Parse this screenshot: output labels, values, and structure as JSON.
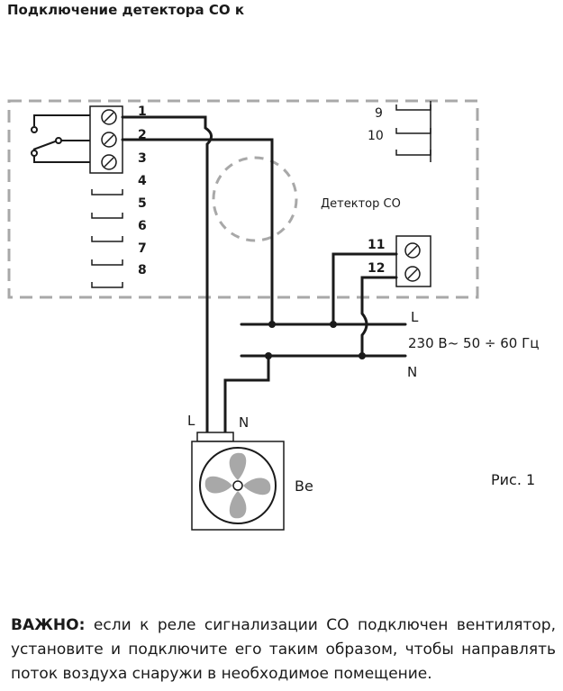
{
  "title": "Подключение детектора CO к",
  "detector_label": "Детектор CO",
  "terminals_left": [
    "1",
    "2",
    "3",
    "4",
    "5",
    "6",
    "7",
    "8"
  ],
  "terminals_right_top": [
    "9",
    "10"
  ],
  "terminals_right_bottom": [
    "11",
    "12"
  ],
  "line_label": "L",
  "neutral_label": "N",
  "supply_label": "230 В~ 50 ÷ 60 Гц",
  "fan_label_L": "L",
  "fan_label_N": "N",
  "fan_name": "Ве",
  "figure_label": "Рис. 1",
  "note": {
    "lead": "ВАЖНО:",
    "text": " если к реле сигнализации CO подключен вентилятор, установите и подключите его таким образом, чтобы направлять поток воздуха снаружи в необходимое помещение."
  },
  "colors": {
    "wire": "#1a1a1a",
    "dashed": "#a8a8a8",
    "fan_blade": "#a8a8a8"
  },
  "icons": [
    "screw-terminal-icon",
    "relay-switch-icon",
    "fan-icon"
  ]
}
